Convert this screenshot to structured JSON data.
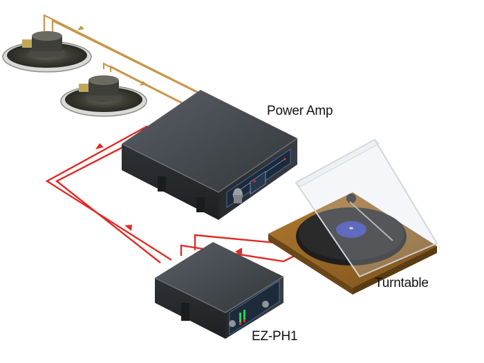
{
  "labels": {
    "power_amp": "Power Amp",
    "turntable": "Turntable",
    "preamp": "EZ-PH1"
  },
  "colors": {
    "speaker_wire": "#c8964a",
    "signal_wire": "#e02a26",
    "device_body": "#2f3236",
    "device_top": "#4a4e53",
    "turntable_base": "#9a6a26",
    "platter": "#222222",
    "record_label": "#3a44b0"
  }
}
